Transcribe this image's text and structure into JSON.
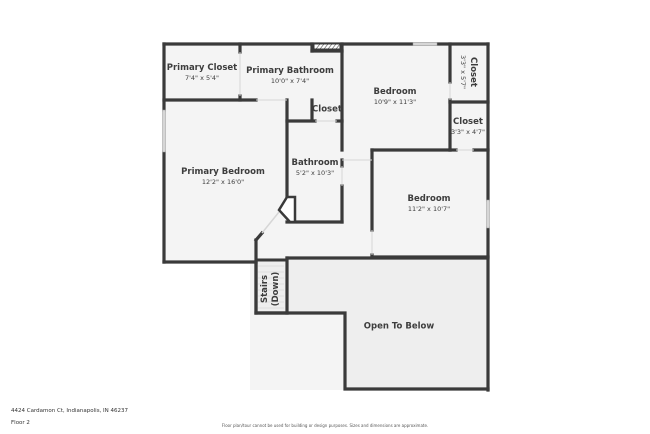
{
  "plan": {
    "address": "4424 Cardamon Ct, Indianapolis, IN 46237",
    "floor": "Floor 2",
    "disclaimer": "Floor plan/tour cannot be used for building or design purposes. Sizes and dimensions are approximate.",
    "colors": {
      "wall": "#3a3a3a",
      "floor": "#f4f4f4",
      "open_below": "#eeeeee",
      "window": "#cfcfcf",
      "background": "#ffffff"
    },
    "rooms": [
      {
        "name": "Primary Closet",
        "dims": "7'4\" x 5'4\""
      },
      {
        "name": "Primary Bathroom",
        "dims": "10'0\" x 7'4\""
      },
      {
        "name": "Closet",
        "dims": ""
      },
      {
        "name": "Bedroom",
        "dims": "10'9\" x 11'3\""
      },
      {
        "name": "Closet",
        "dims": "3'3\" x 5'7\""
      },
      {
        "name": "Closet",
        "dims": "3'3\" x 4'7\""
      },
      {
        "name": "Primary Bedroom",
        "dims": "12'2\" x 16'0\""
      },
      {
        "name": "Bathroom",
        "dims": "5'2\" x 10'3\""
      },
      {
        "name": "Bedroom",
        "dims": "11'2\" x 10'7\""
      },
      {
        "name": "Stairs",
        "dims": "(Down)"
      },
      {
        "name": "Open To Below",
        "dims": ""
      }
    ]
  }
}
